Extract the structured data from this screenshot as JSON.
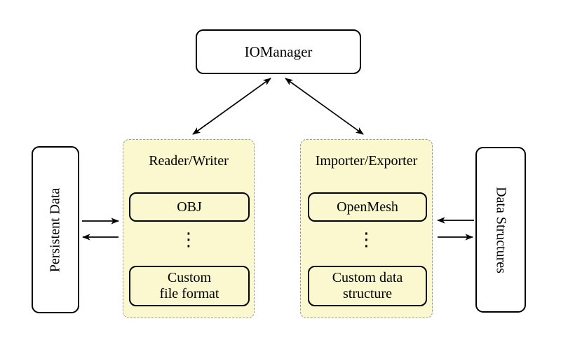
{
  "colors": {
    "group_fill": "#FBF8CF",
    "group_border": "#9a9a9a",
    "node_fill": "#ffffff",
    "line_color": "#000000"
  },
  "nodes": {
    "io_manager": {
      "label": "IOManager"
    },
    "persistent_data": {
      "label": "Persistent Data"
    },
    "data_structures": {
      "label": "Data Structures"
    },
    "reader_writer": {
      "title": "Reader/Writer",
      "item1_line1": "OBJ",
      "item1_line2": "",
      "dots": "⋮",
      "item2_line1": "Custom",
      "item2_line2": "file format"
    },
    "importer_exporter": {
      "title": "Importer/Exporter",
      "item1_line1": "OpenMesh",
      "item1_line2": "",
      "dots": "⋮",
      "item2_line1": "Custom data",
      "item2_line2": "structure"
    }
  },
  "edges": [
    {
      "from": "io_manager",
      "to": "reader_writer",
      "direction": "bidirectional"
    },
    {
      "from": "io_manager",
      "to": "importer_exporter",
      "direction": "bidirectional"
    },
    {
      "from": "persistent_data",
      "to": "reader_writer",
      "direction": "forward"
    },
    {
      "from": "reader_writer",
      "to": "persistent_data",
      "direction": "forward"
    },
    {
      "from": "data_structures",
      "to": "importer_exporter",
      "direction": "forward"
    },
    {
      "from": "importer_exporter",
      "to": "data_structures",
      "direction": "forward"
    }
  ]
}
